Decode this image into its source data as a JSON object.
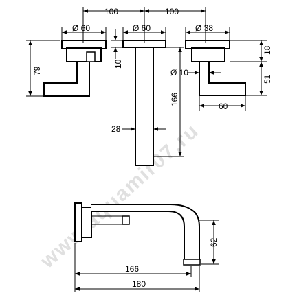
{
  "watermark": "www.aquamir07.ru",
  "dims": {
    "top_spacing_left": "100",
    "top_spacing_right": "100",
    "left_diameter": "Ø 60",
    "center_diameter": "Ø 60",
    "right_diameter": "Ø 38",
    "left_height": "79",
    "center_flange": "10",
    "center_length": "166",
    "center_width": "28",
    "right_diameter_stem": "Ø 10",
    "right_top": "18",
    "right_height": "51",
    "right_length": "60",
    "side_height": "62",
    "side_inner_length": "166",
    "side_total_length": "180"
  }
}
